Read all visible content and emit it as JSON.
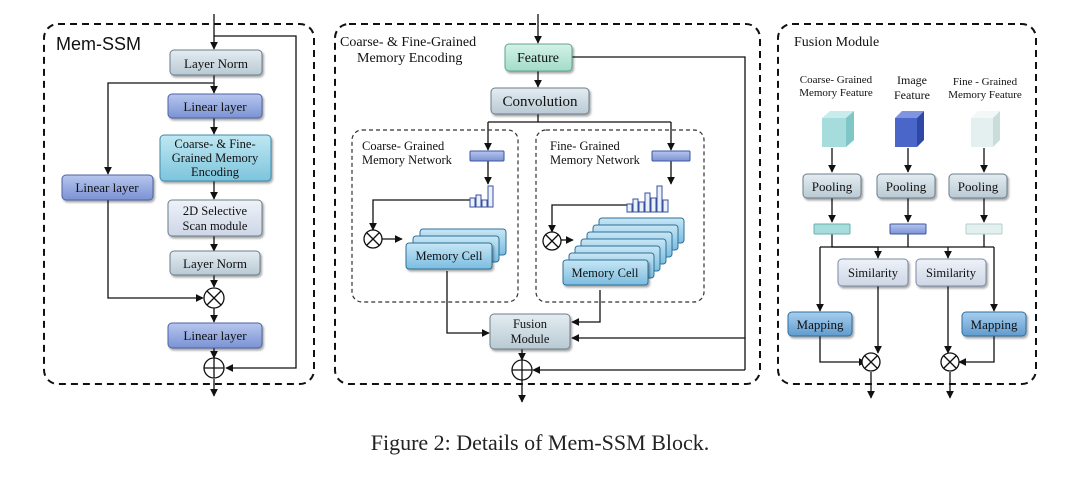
{
  "figure": {
    "caption": "Figure 2: Details of Mem-SSM Block."
  },
  "mem_ssm": {
    "title": "Mem-SSM",
    "layer_norm_top": "Layer Norm",
    "linear_top": "Linear layer",
    "encoding_lines": [
      "Coarse- & Fine-",
      "Grained Memory",
      "Encoding"
    ],
    "selective_scan_lines": [
      "2D Selective",
      "Scan module"
    ],
    "layer_norm_bottom": "Layer Norm",
    "linear_side": "Linear layer",
    "linear_bottom": "Linear layer"
  },
  "encoding": {
    "title_lines": [
      "Coarse- & Fine-Grained",
      "Memory Encoding"
    ],
    "feature": "Feature",
    "convolution": "Convolution",
    "coarse_title_lines": [
      "Coarse- Grained",
      "Memory Network"
    ],
    "fine_title_lines": [
      "Fine- Grained",
      "Memory Network"
    ],
    "coarse_cell": "Memory Cell",
    "fine_cell": "Memory Cell",
    "fusion_lines": [
      "Fusion",
      "Module"
    ]
  },
  "fusion": {
    "title": "Fusion Module",
    "coarse_label_lines": [
      "Coarse- Grained",
      "Memory Feature"
    ],
    "image_label_lines": [
      "Image",
      "Feature"
    ],
    "fine_label_lines": [
      "Fine - Grained",
      "Memory Feature"
    ],
    "pooling_1": "Pooling",
    "pooling_2": "Pooling",
    "pooling_3": "Pooling",
    "similarity_1": "Similarity",
    "similarity_2": "Similarity",
    "mapping_1": "Mapping",
    "mapping_2": "Mapping"
  },
  "colors": {
    "gray_box": "#c5d3dc",
    "blue_box": "#8aa0d8",
    "teal_box": "#8ccde0",
    "feature_box": "#b5e6d6",
    "fusion_box": "#c9d6de",
    "mapping_box": "#6fa9d6",
    "similarity_box": "#d9e0ec",
    "cube_teal": "#a7dcdc",
    "cube_blue": "#4a66c9",
    "cube_pale": "#e3f0ef"
  }
}
